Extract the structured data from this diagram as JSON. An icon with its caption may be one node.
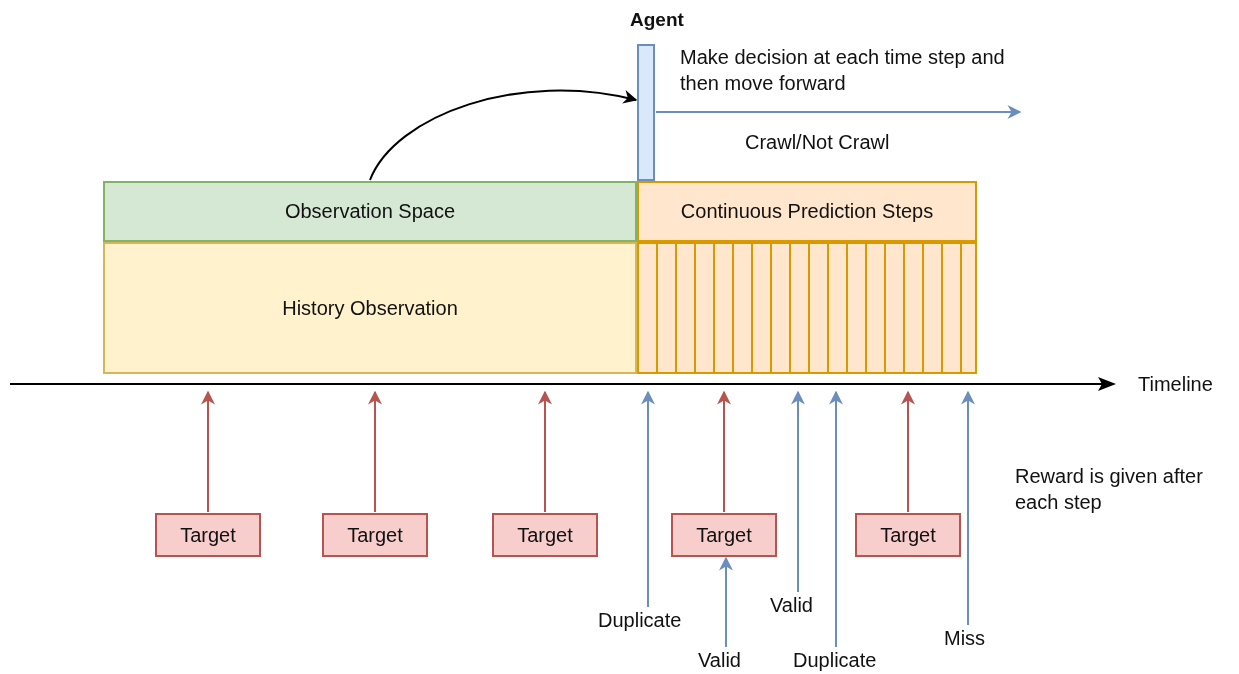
{
  "diagram": {
    "nodes": [
      {
        "text": [
          "Agent"
        ]
      },
      {
        "text": [
          "Observation Space"
        ]
      },
      {
        "text": [
          "Continuous Prediction Steps"
        ]
      },
      {
        "text": [
          "History Observation"
        ]
      },
      {
        "text": [],
        "shape": "box"
      },
      {
        "text": [],
        "shape": "line",
        "beside": [
          "Timeline"
        ]
      },
      {
        "text": [
          "Target"
        ]
      },
      {
        "text": [
          "Target"
        ]
      },
      {
        "text": [
          "Target"
        ]
      },
      {
        "text": [
          "Target"
        ]
      },
      {
        "text": [
          "Target"
        ]
      },
      {
        "text": [
          "Valid"
        ]
      },
      {
        "text": [
          "Duplicate"
        ]
      },
      {
        "text": [
          "Miss"
        ]
      },
      {
        "text": [
          "Valid"
        ]
      },
      {
        "text": [
          "Duplicate"
        ]
      }
    ],
    "edges": [
      {
        "from": 1,
        "to": 0,
        "arrow": "to",
        "color": "#000000"
      },
      {
        "from": 0,
        "to": null,
        "arrow": "to",
        "label": "Crawl/Not Crawl",
        "color": "#6c8ebf"
      },
      {
        "from": 6,
        "to": 5,
        "arrow": "to",
        "color": "#b85450"
      },
      {
        "from": 7,
        "to": 5,
        "arrow": "to",
        "color": "#b85450"
      },
      {
        "from": 8,
        "to": 5,
        "arrow": "to",
        "color": "#b85450"
      },
      {
        "from": 9,
        "to": 5,
        "arrow": "to",
        "color": "#b85450"
      },
      {
        "from": 10,
        "to": 5,
        "arrow": "to",
        "color": "#b85450"
      },
      {
        "from": 12,
        "to": 5,
        "arrow": "to",
        "color": "#6c8ebf"
      },
      {
        "from": 11,
        "to": 5,
        "arrow": "to",
        "color": "#6c8ebf"
      },
      {
        "from": 15,
        "to": 5,
        "arrow": "to",
        "color": "#6c8ebf"
      },
      {
        "from": 13,
        "to": 5,
        "arrow": "to",
        "color": "#6c8ebf"
      },
      {
        "from": 14,
        "to": 9,
        "arrow": "to",
        "color": "#6c8ebf"
      }
    ],
    "labels": [
      "Make decision at each time step and then move forward",
      "Reward is given after each step"
    ]
  }
}
